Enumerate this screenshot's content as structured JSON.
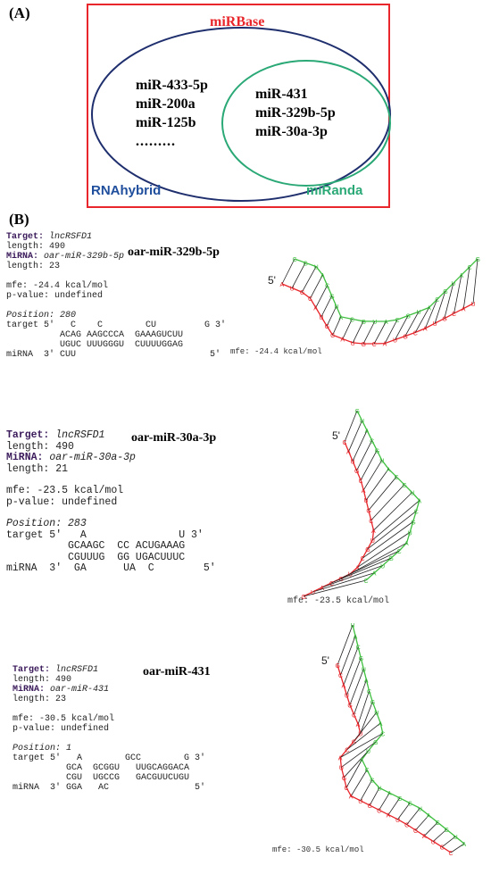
{
  "panelA": {
    "label": "(A)",
    "outer_title": "miRBase",
    "rnahybrid_label": "RNAhybrid",
    "miranda_label": "miRanda",
    "rnahybrid_only": [
      "miR-433-5p",
      "miR-200a",
      "miR-125b",
      "........."
    ],
    "intersection": [
      "miR-431",
      "miR-329b-5p",
      "miR-30a-3p"
    ],
    "colors": {
      "mirbase": "#e8262b",
      "rnahybrid": "#1f2f6e",
      "miranda": "#2aa876",
      "rnahybrid_text": "#1f4e9c",
      "miranda_text": "#2aa876"
    }
  },
  "panelB": {
    "label": "(B)",
    "entries": [
      {
        "title": "oar-miR-329b-5p",
        "target_label": "Target:",
        "target_value": "lncRSFD1",
        "length1": "length: 490",
        "mirna_label": "MiRNA:",
        "mirna_value": "oar-miR-329b-5p",
        "length2": "length: 23",
        "mfe": "mfe: -24.4 kcal/mol",
        "pvalue": "p-value: undefined",
        "position": "Position: 280",
        "hyb1": "target 5'   C    C        CU         G 3'",
        "hyb2": "          ACAG AAGCCCA  GAAAGUCUU",
        "hyb3": "          UGUC UUUGGGU  CUUUUGGAG",
        "hyb4": "miRNA  3' CUU                         5'",
        "structure_mfe": "mfe: -24.4 kcal/mol",
        "five_prime": "5'"
      },
      {
        "title": "oar-miR-30a-3p",
        "target_label": "Target:",
        "target_value": "lncRSFD1",
        "length1": "length: 490",
        "mirna_label": "MiRNA:",
        "mirna_value": "oar-miR-30a-3p",
        "length2": "length: 21",
        "mfe": "mfe: -23.5 kcal/mol",
        "pvalue": "p-value: undefined",
        "position": "Position: 283",
        "hyb1": "target 5'   A               U 3'",
        "hyb2": "          GCAAGC  CC ACUGAAAG",
        "hyb3": "          CGUUUG  GG UGACUUUC",
        "hyb4": "miRNA  3'  GA      UA  C        5'",
        "structure_mfe": "mfe: -23.5 kcal/mol",
        "five_prime": "5'"
      },
      {
        "title": "oar-miR-431",
        "target_label": "Target:",
        "target_value": "lncRSFD1",
        "length1": "length: 490",
        "mirna_label": "MiRNA:",
        "mirna_value": "oar-miR-431",
        "length2": "length: 23",
        "mfe": "mfe: -30.5 kcal/mol",
        "pvalue": "p-value: undefined",
        "position": "Position: 1",
        "hyb1": "target 5'   A        GCC        G 3'",
        "hyb2": "          GCA  GCGGU   UUGCAGGACA",
        "hyb3": "          CGU  UGCCG   GACGUUCUGU",
        "hyb4": "miRNA  3' GGA   AC                5'",
        "structure_mfe": "mfe: -30.5 kcal/mol",
        "five_prime": "5'"
      }
    ],
    "colors": {
      "target_strand": "#e8262b",
      "mirna_strand": "#3fbf3f",
      "bond": "#222222"
    }
  }
}
